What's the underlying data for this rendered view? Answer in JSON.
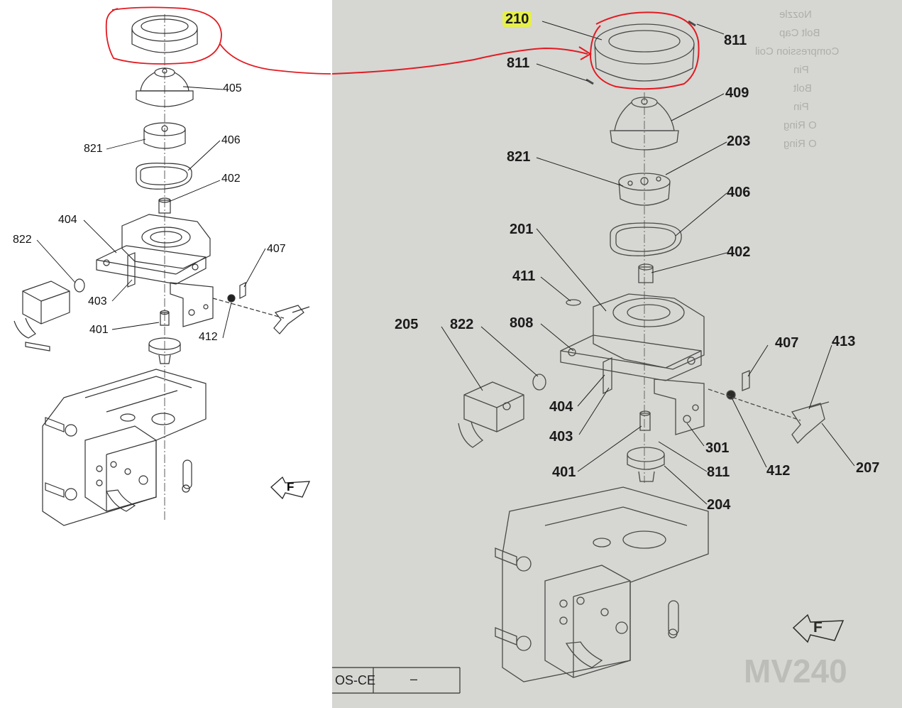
{
  "left_panel": {
    "labels": {
      "l405": "405",
      "l821": "821",
      "l406": "406",
      "l402": "402",
      "l404": "404",
      "l822": "822",
      "l407": "407",
      "l403": "403",
      "l401": "401",
      "l412": "412"
    },
    "front_mark": "F"
  },
  "right_panel": {
    "labels": {
      "r210": "210",
      "r811a": "811",
      "r811b": "811",
      "r409": "409",
      "r821": "821",
      "r203": "203",
      "r406": "406",
      "r201": "201",
      "r402": "402",
      "r411": "411",
      "r205": "205",
      "r822": "822",
      "r808": "808",
      "r407": "407",
      "r413": "413",
      "r404": "404",
      "r403": "403",
      "r301": "301",
      "r412": "412",
      "r207": "207",
      "r401": "401",
      "r811c": "811",
      "r204": "204"
    },
    "front_mark": "F",
    "title_fragment": "OS-CE",
    "title_dash": "–",
    "watermark": "MV240",
    "parts_list_bleed": [
      "Nozzle",
      "Bolt Cap",
      "Compression Coil",
      "Pin",
      "Bolt",
      "Pin",
      "O Ring",
      "O Ring"
    ]
  },
  "colors": {
    "annotation_red": "#e11b22",
    "highlight_yellow": "#e6f04a"
  }
}
